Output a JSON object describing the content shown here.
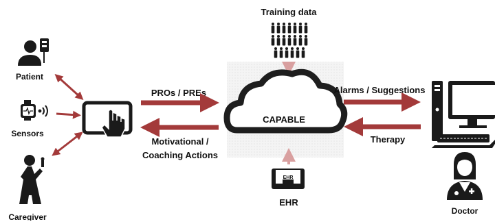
{
  "diagram": {
    "center_label": "CAPABLE",
    "training_label": "Training data",
    "ehr_label": "EHR",
    "ehr_tag": "EHR",
    "left_nodes": {
      "patient": "Patient",
      "sensors": "Sensors",
      "caregiver": "Caregiver"
    },
    "right_node": "Doctor",
    "edges": {
      "pros_pres": "PROs / PREs",
      "motivational_1": "Motivational /",
      "motivational_2": "Coaching Actions",
      "alarms": "Alarms / Suggestions",
      "therapy": "Therapy"
    },
    "colors": {
      "arrow": "#a33a3a",
      "arrow_light": "#d9a0a0",
      "icon": "#1a1a1a",
      "cloud_bg": "#ececec"
    }
  }
}
